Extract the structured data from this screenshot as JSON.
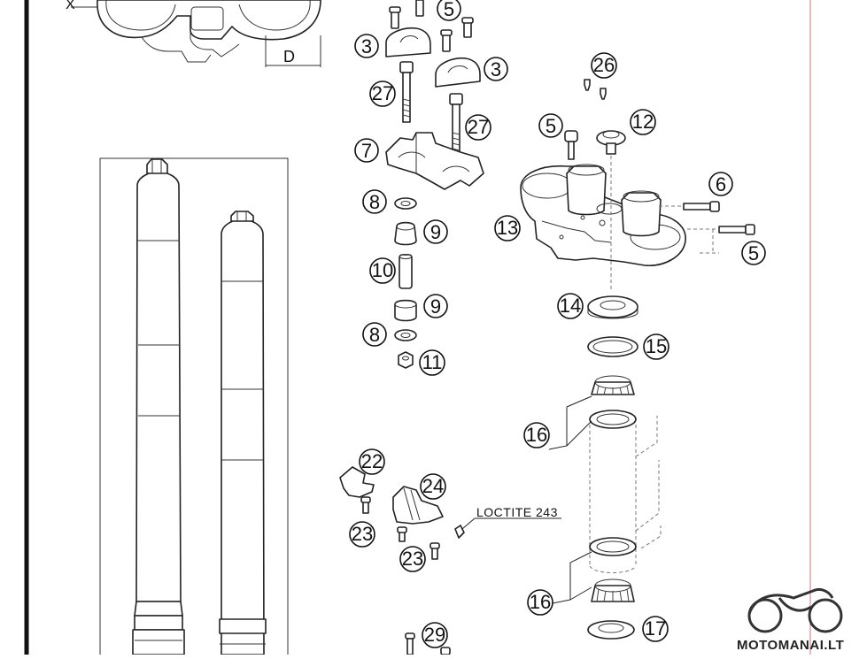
{
  "diagram": {
    "dimension_labels": {
      "x_label": "X",
      "d_label": "D"
    },
    "note_text": "LOCTITE 243",
    "watermark": "MOTOMANAI.LT",
    "callouts": [
      {
        "id": "c5a",
        "label": "5"
      },
      {
        "id": "c3a",
        "label": "3"
      },
      {
        "id": "c3b",
        "label": "3"
      },
      {
        "id": "c27a",
        "label": "27"
      },
      {
        "id": "c27b",
        "label": "27"
      },
      {
        "id": "c7",
        "label": "7"
      },
      {
        "id": "c8a",
        "label": "8"
      },
      {
        "id": "c9a",
        "label": "9"
      },
      {
        "id": "c10",
        "label": "10"
      },
      {
        "id": "c9b",
        "label": "9"
      },
      {
        "id": "c8b",
        "label": "8"
      },
      {
        "id": "c11",
        "label": "11"
      },
      {
        "id": "c26",
        "label": "26"
      },
      {
        "id": "c5b",
        "label": "5"
      },
      {
        "id": "c12",
        "label": "12"
      },
      {
        "id": "c6",
        "label": "6"
      },
      {
        "id": "c13",
        "label": "13"
      },
      {
        "id": "c5c",
        "label": "5"
      },
      {
        "id": "c14",
        "label": "14"
      },
      {
        "id": "c15",
        "label": "15"
      },
      {
        "id": "c16a",
        "label": "16"
      },
      {
        "id": "c16b",
        "label": "16"
      },
      {
        "id": "c17",
        "label": "17"
      },
      {
        "id": "c22",
        "label": "22"
      },
      {
        "id": "c24",
        "label": "24"
      },
      {
        "id": "c23a",
        "label": "23"
      },
      {
        "id": "c23b",
        "label": "23"
      },
      {
        "id": "c29",
        "label": "29"
      }
    ]
  }
}
